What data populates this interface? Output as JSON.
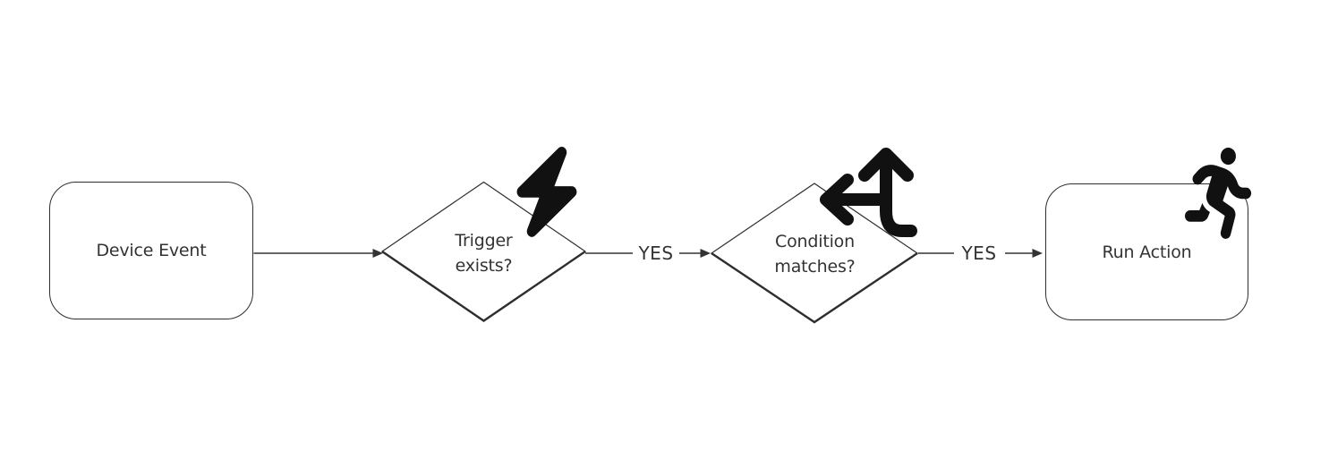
{
  "flowchart": {
    "background_color": "#ffffff",
    "stroke_color": "#2e2e2e",
    "icon_color": "#111111",
    "text_color": "#333333",
    "nodes": [
      {
        "id": "device-event",
        "shape": "rounded-rectangle",
        "label": "Device Event",
        "icon": null
      },
      {
        "id": "trigger-exists",
        "shape": "diamond",
        "label": "Trigger exists?",
        "line1": "Trigger",
        "line2": "exists?",
        "icon": "bolt-icon"
      },
      {
        "id": "condition-matches",
        "shape": "diamond",
        "label": "Condition matches?",
        "line1": "Condition",
        "line2": "matches?",
        "icon": "split-arrows-icon"
      },
      {
        "id": "run-action",
        "shape": "rounded-rectangle",
        "label": "Run Action",
        "icon": "person-running-icon"
      }
    ],
    "edges": [
      {
        "from": "device-event",
        "to": "trigger-exists",
        "label": ""
      },
      {
        "from": "trigger-exists",
        "to": "condition-matches",
        "label": "YES"
      },
      {
        "from": "condition-matches",
        "to": "run-action",
        "label": "YES"
      }
    ]
  }
}
